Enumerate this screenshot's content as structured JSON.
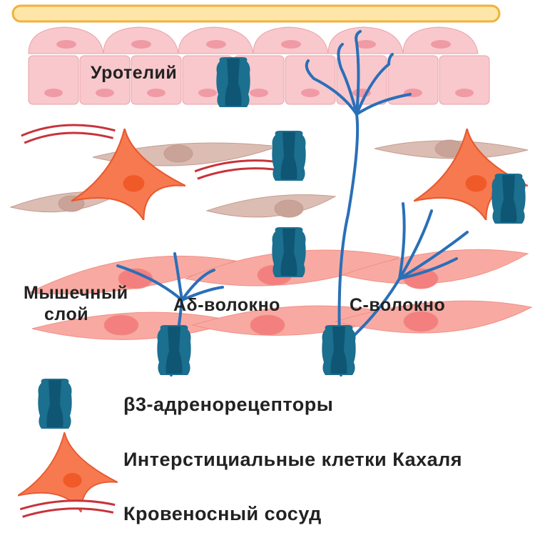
{
  "labels": {
    "urothelium": "Уротелий",
    "muscle_line1": "Мышечный",
    "muscle_line2": "слой",
    "a_delta_fiber": "Аδ-волокно",
    "c_fiber": "С-волокно"
  },
  "legend": {
    "receptor": "β3-адренорецепторы",
    "icc": "Интерстициальные клетки Кахаля",
    "vessel": "Кровеносный сосуд"
  },
  "colors": {
    "receptor": "#1b6f8f",
    "receptor_inner": "#0f5674",
    "nerve": "#2a6fb8",
    "icc": "#f7794f",
    "urothelium": "#f8c8cc",
    "muscle": "#f8aaa2",
    "vessel": "#c8333a"
  }
}
